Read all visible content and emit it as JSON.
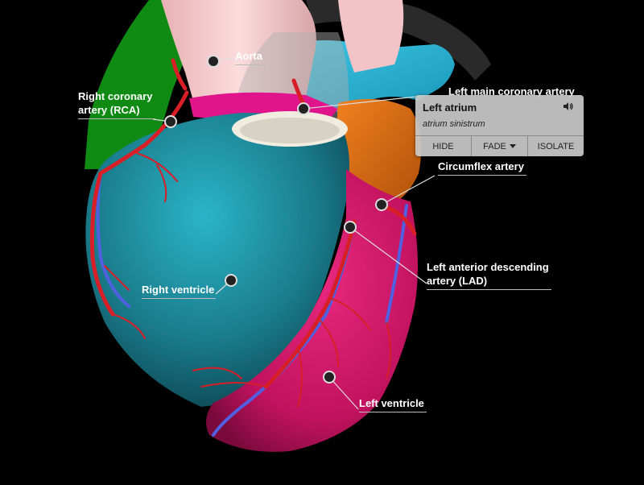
{
  "labels": {
    "aorta": "Aorta",
    "rca_line1": "Right coronary",
    "rca_line2": "artery (RCA)",
    "left_main": "Left main coronary artery",
    "circumflex": "Circumflex artery",
    "lad_line1": "Left anterior descending",
    "lad_line2": "artery (LAD)",
    "right_ventricle": "Right ventricle",
    "left_ventricle": "Left ventricle"
  },
  "panel": {
    "title": "Left atrium",
    "latin": "atrium sinistrum",
    "speaker_icon": "speaker-icon",
    "buttons": {
      "hide": "HIDE",
      "fade": "FADE",
      "isolate": "ISOLATE"
    }
  },
  "colors": {
    "background": "#000000",
    "right_ventricle": "#1a7c8c",
    "left_ventricle": "#d0166a",
    "artery": "#d81e26",
    "vein": "#5060e0",
    "right_atrium": "#0f8a12",
    "left_atrium": "#d46a10",
    "aorta": "#f0c8c8"
  }
}
